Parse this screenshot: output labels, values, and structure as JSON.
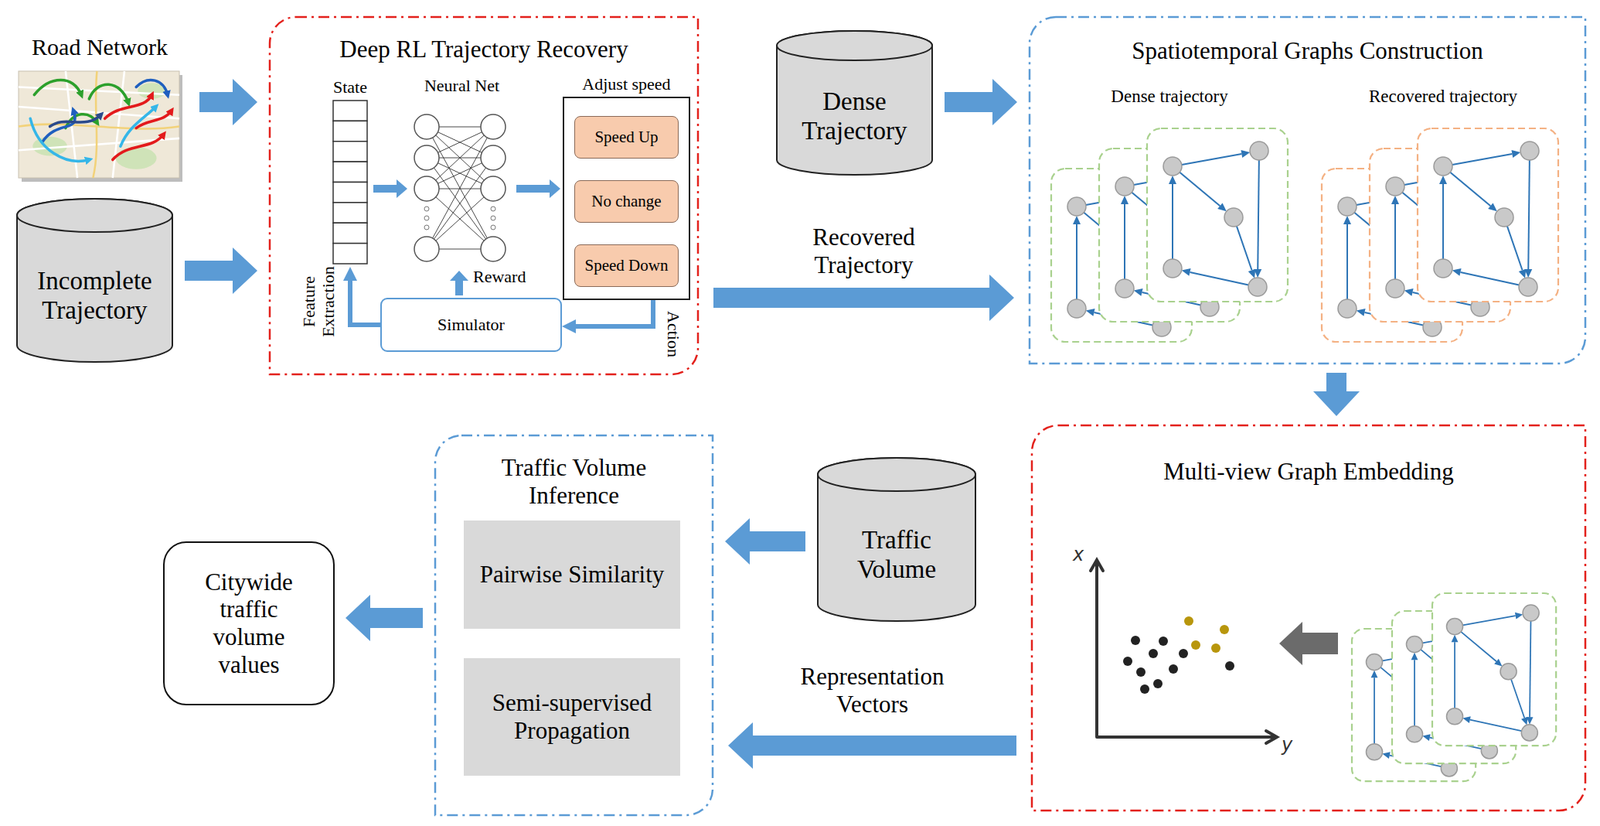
{
  "diagram": {
    "nodes": [
      {
        "text": [
          "Road Network"
        ]
      },
      {
        "text": [
          "Incomplete Trajectory"
        ]
      },
      {
        "text": [
          "Deep RL Trajectory Recovery"
        ]
      },
      {
        "text": [
          "State"
        ],
        "in": 2
      },
      {
        "text": [
          "Neural Net"
        ],
        "in": 2
      },
      {
        "text": [
          "Adjust speed"
        ],
        "in": 2
      },
      {
        "text": [
          "Speed Up"
        ],
        "in": 5
      },
      {
        "text": [
          "No change"
        ],
        "in": 5
      },
      {
        "text": [
          "Speed Down"
        ],
        "in": 5
      },
      {
        "text": [
          "Simulator"
        ],
        "in": 2
      },
      {
        "text": [
          "Dense Trajectory"
        ]
      },
      {
        "text": [
          "Spatiotemporal Graphs Construction"
        ]
      },
      {
        "text": [
          "Dense trajectory"
        ],
        "in": 11
      },
      {
        "text": [
          "Recovered trajectory"
        ],
        "in": 11
      },
      {
        "text": [
          "Multi-view Graph Embedding"
        ]
      },
      {
        "text": [
          "Traffic Volume"
        ]
      },
      {
        "text": [
          "Traffic Volume Inference"
        ]
      },
      {
        "text": [
          "Pairwise Similarity"
        ],
        "in": 16
      },
      {
        "text": [
          "Semi-supervised Propagation"
        ],
        "in": 16
      },
      {
        "text": [
          "Citywide traffic volume values"
        ]
      }
    ],
    "edges": [
      {
        "from": 0,
        "to": 2,
        "arrow": "to"
      },
      {
        "from": 1,
        "to": 2,
        "arrow": "to"
      },
      {
        "from": 3,
        "to": 4,
        "arrow": "to"
      },
      {
        "from": 4,
        "to": 5,
        "arrow": "to"
      },
      {
        "from": 5,
        "to": 9,
        "label": "Action",
        "arrow": "to"
      },
      {
        "from": 9,
        "to": 3,
        "label": "Feature Extraction",
        "arrow": "to"
      },
      {
        "from": 10,
        "to": 11,
        "arrow": "to"
      },
      {
        "from": 2,
        "to": 11,
        "label": "Recovered Trajectory",
        "arrow": "to"
      },
      {
        "from": 11,
        "to": 14,
        "arrow": "to"
      },
      {
        "from": 14,
        "to": 16,
        "label": "Representation Vectors",
        "arrow": "to"
      },
      {
        "from": 15,
        "to": 16,
        "arrow": "to"
      },
      {
        "from": 16,
        "to": 19,
        "arrow": "to"
      }
    ],
    "labels": [
      "Reward",
      "x",
      "y"
    ]
  }
}
